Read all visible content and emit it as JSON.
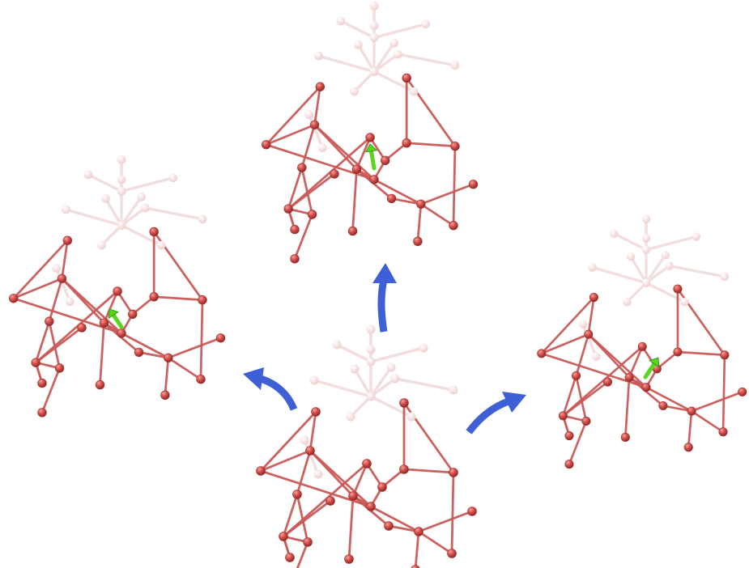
{
  "figure": {
    "background": "#ffffff",
    "colors": {
      "atom_red": "#d9534f",
      "atom_red_dark": "#9e2f2c",
      "bond_red": "#c95a58",
      "faded_atom": "#f4dcdc",
      "faded_bond": "#f1dede",
      "transition_arrow": "#3f5fd6",
      "vector_arrow": "#58d61c"
    },
    "icons": {
      "transition": "curved-arrow-icon",
      "displacement": "green-vector-arrow-icon"
    },
    "clusters": [
      {
        "id": "cluster-center-bottom",
        "role": "central structure"
      },
      {
        "id": "cluster-top",
        "role": "variant"
      },
      {
        "id": "cluster-left",
        "role": "variant"
      },
      {
        "id": "cluster-right",
        "role": "variant"
      }
    ]
  }
}
